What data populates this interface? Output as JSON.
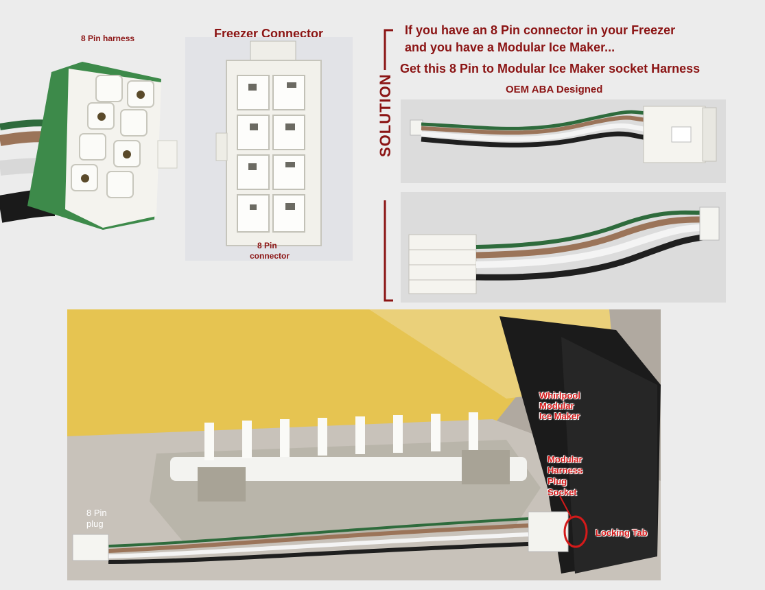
{
  "harness_label": "8 Pin harness",
  "freezer": {
    "title": "Freezer Connector",
    "caption_line1": "8 Pin",
    "caption_line2": "connector"
  },
  "headline": {
    "line1": "If you have an 8 Pin connector in your Freezer",
    "line2": "and you have a Modular Ice Maker...",
    "line3": "Get this 8 Pin to Modular Ice Maker socket Harness",
    "oem": "OEM ABA Designed"
  },
  "solution_label": "SOLUTION",
  "bottom_photo": {
    "ice_maker_l1": "Whirlpool",
    "ice_maker_l2": "Modular",
    "ice_maker_l3": "Ice Maker",
    "socket_l1": "Modular",
    "socket_l2": "Harness",
    "socket_l3": "Plug",
    "socket_l4": "Socket",
    "locking_tab": "Locking Tab",
    "plug_l1": "8 Pin",
    "plug_l2": "plug"
  },
  "colors": {
    "headline_red": "#8b1414",
    "annotation_red": "#d41a1a",
    "wire_green": "#2e6b3c",
    "wire_brown": "#9b7459",
    "wire_white": "#f2f2f2",
    "wire_black": "#1a1a1a",
    "envelope_yellow": "#e6c451"
  }
}
